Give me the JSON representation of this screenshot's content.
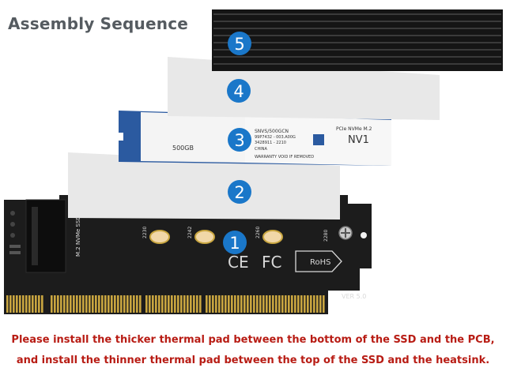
{
  "title": "Assembly Sequence",
  "steps": [
    "1",
    "2",
    "3",
    "4",
    "5"
  ],
  "colors": {
    "marker": "#1a77c9",
    "caption": "#b81c14",
    "title": "#555b60",
    "pcb": "#1c1c1c",
    "thermal_pad": "#e8e8e8",
    "heatsink": "#151515",
    "gold_finger": "#c9a640"
  },
  "caption": {
    "line1": "Please install the thicker thermal pad between the bottom of the SSD and the PCB,",
    "line2": "and install the thinner thermal pad between the top of the SSD and the heatsink."
  },
  "pcb": {
    "slot_label": "M.2 NVMe SSD",
    "positions": [
      "2230",
      "2242",
      "2260",
      "2280"
    ],
    "version": "VER 5.0",
    "ce_mark": "CE",
    "fc_mark": "FC",
    "rohs_mark": "RoHS"
  },
  "ssd": {
    "brand": "NV1",
    "capacity": "500GB",
    "model": "SNVS/500GCN",
    "interface": "PCIe NVMe M.2",
    "warranty": "WARRANTY VOID IF REMOVED",
    "part": "99P7432 - 003.A00G",
    "china": "CHINA",
    "lot": "3428911 - 2210"
  }
}
